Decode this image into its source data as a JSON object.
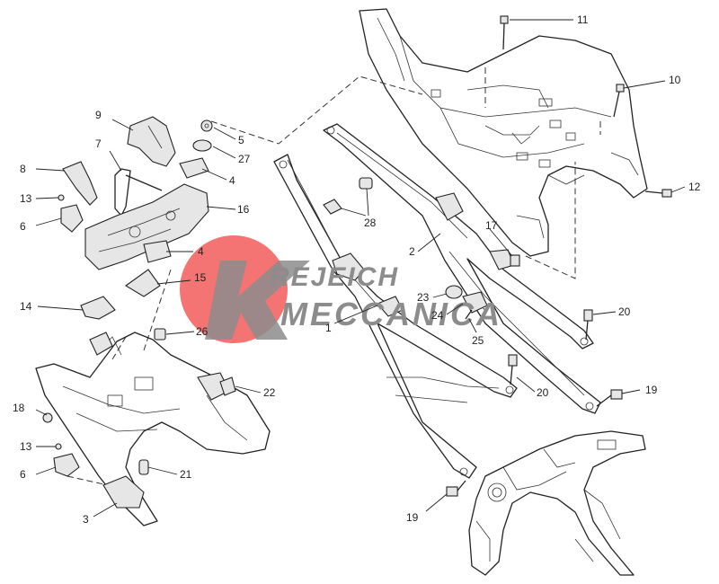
{
  "watermark": {
    "line1": "REJEICH",
    "line2": "MECCANICA",
    "circle_color": "#f25c5c",
    "k_color": "#8c8c8c",
    "text_color": "#8c8c8c"
  },
  "callouts": {
    "c1": "1",
    "c2": "2",
    "c3": "3",
    "c4a": "4",
    "c4b": "4",
    "c5": "5",
    "c6a": "6",
    "c6b": "6",
    "c7": "7",
    "c8": "8",
    "c9": "9",
    "c10": "10",
    "c11": "11",
    "c12": "12",
    "c13a": "13",
    "c13b": "13",
    "c14": "14",
    "c15": "15",
    "c16": "16",
    "c17": "17",
    "c18": "18",
    "c19a": "19",
    "c19b": "19",
    "c20a": "20",
    "c20b": "20",
    "c21": "21",
    "c22": "22",
    "c23": "23",
    "c24": "24",
    "c25": "25",
    "c26": "26",
    "c27": "27",
    "c28": "28"
  }
}
